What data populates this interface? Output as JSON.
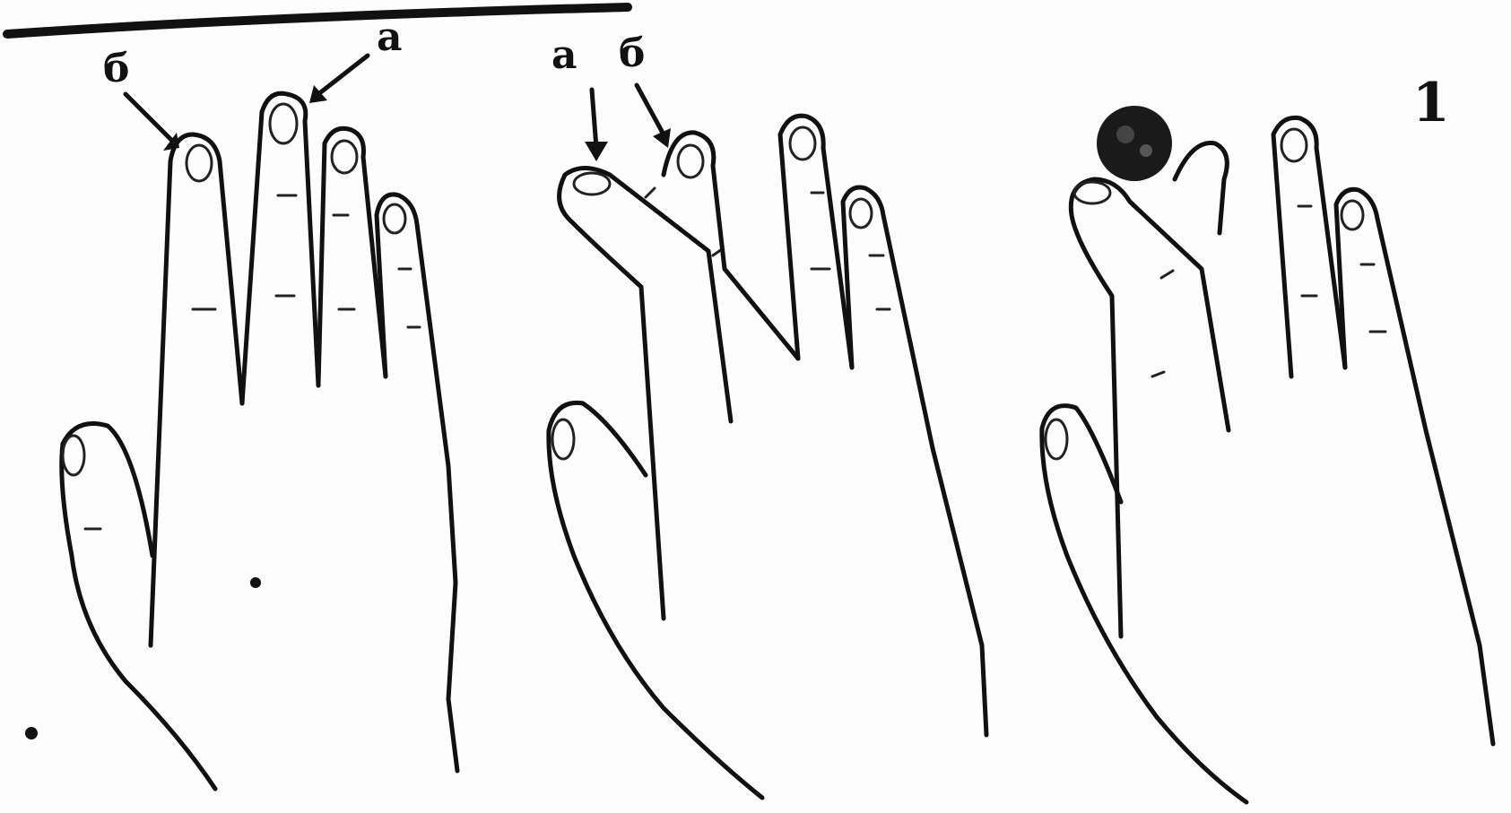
{
  "figure": {
    "number": "1",
    "panel1": {
      "label_b": "б",
      "label_a": "а"
    },
    "panel2": {
      "label_a": "а",
      "label_b": "б"
    }
  }
}
